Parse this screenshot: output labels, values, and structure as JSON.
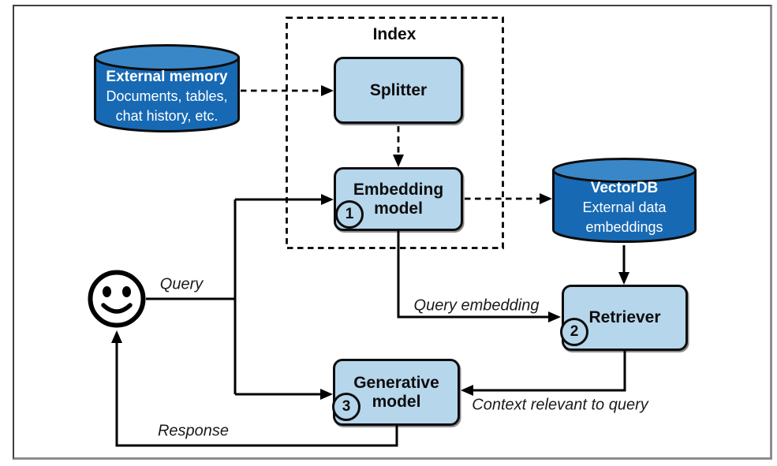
{
  "figure": {
    "index_group_label": "Index",
    "nodes": {
      "external_memory": {
        "title": "External memory",
        "line1": "Documents, tables,",
        "line2": "chat history, etc."
      },
      "splitter": {
        "label": "Splitter"
      },
      "embedding_model": {
        "line1": "Embedding",
        "line2": "model",
        "step": "1"
      },
      "vectordb": {
        "title": "VectorDB",
        "line1": "External data",
        "line2": "embeddings"
      },
      "retriever": {
        "label": "Retriever",
        "step": "2"
      },
      "generative_model": {
        "line1": "Generative",
        "line2": "model",
        "step": "3"
      }
    },
    "edge_labels": {
      "query": "Query",
      "query_embedding": "Query embedding",
      "context": "Context relevant to query",
      "response": "Response"
    },
    "icons": {
      "user": "smiley-face-icon"
    }
  },
  "colors": {
    "box-fill": "#B6D6EC",
    "cylinder-body": "#1769B3",
    "cylinder-top": "#3A87C8",
    "line-color": "#000000",
    "label-color": "#1a1a1a"
  }
}
